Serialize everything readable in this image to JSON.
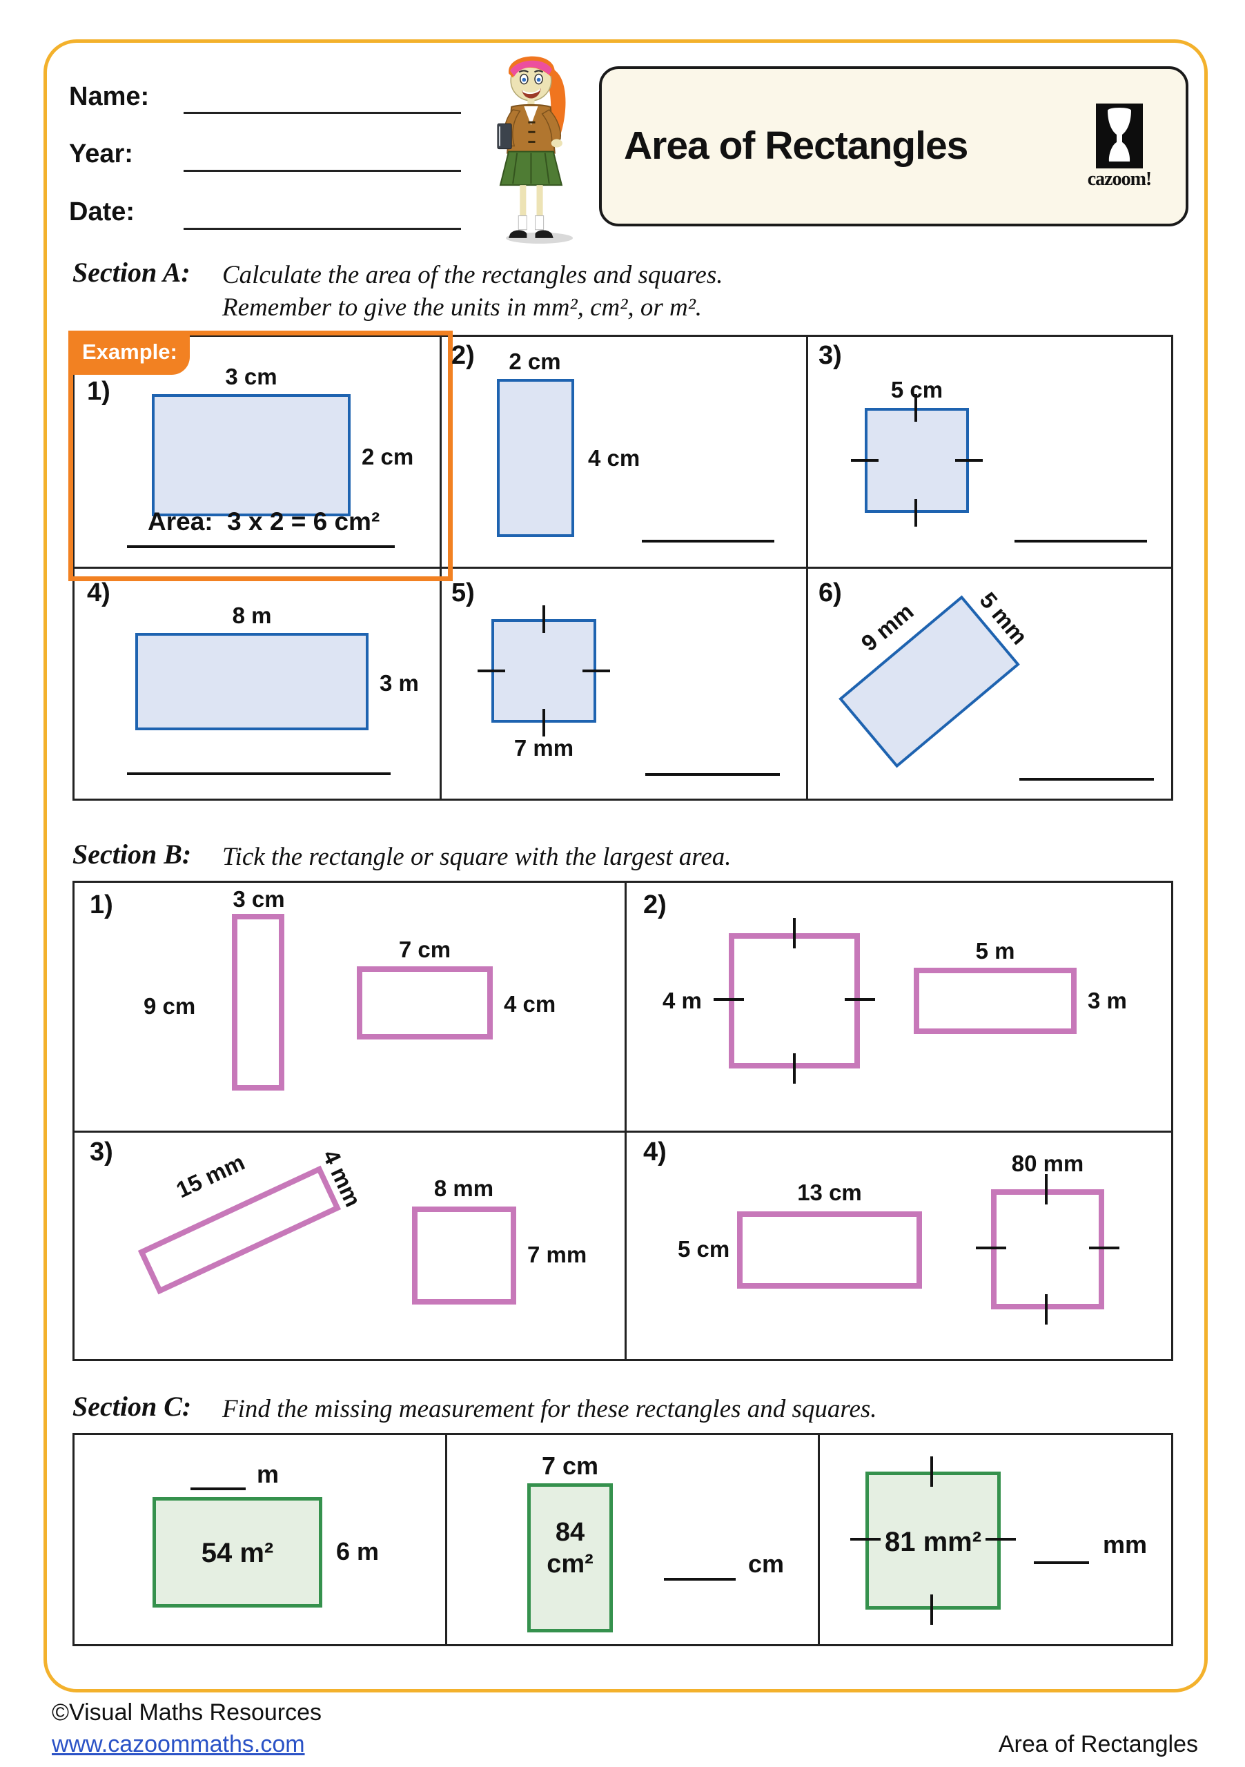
{
  "colors": {
    "page_border_yellow": "#f3b12c",
    "example_orange": "#f28122",
    "shape_blue_stroke": "#1e63b0",
    "shape_blue_fill": "#dde4f3",
    "shape_pink_stroke": "#c778b9",
    "shape_green_stroke": "#35914d",
    "shape_green_fill": "#e5efe2",
    "link_blue": "#2a52c6"
  },
  "header": {
    "name_label": "Name:",
    "year_label": "Year:",
    "date_label": "Date:",
    "title": "Area of Rectangles",
    "logo_text": "cazoom!"
  },
  "section_a": {
    "heading": "Section A:",
    "instruction1": "Calculate the area of the rectangles and squares.",
    "instruction2": "Remember to give the units in mm², cm², or m².",
    "example_label": "Example:",
    "p1": {
      "num": "1)",
      "top": "3 cm",
      "right": "2 cm",
      "area": "Area:  3 x 2 = 6 cm²"
    },
    "p2": {
      "num": "2)",
      "top": "2 cm",
      "right": "4 cm"
    },
    "p3": {
      "num": "3)",
      "top": "5 cm"
    },
    "p4": {
      "num": "4)",
      "top": "8 m",
      "right": "3 m"
    },
    "p5": {
      "num": "5)",
      "bottom": "7 mm"
    },
    "p6": {
      "num": "6)",
      "long_side": "9 mm",
      "short_side": "5 mm"
    }
  },
  "section_b": {
    "heading": "Section B:",
    "instruction": "Tick the rectangle or square with the largest area.",
    "p1": {
      "num": "1)",
      "r1_top": "3 cm",
      "r1_left": "9 cm",
      "r2_top": "7 cm",
      "r2_right": "4 cm"
    },
    "p2": {
      "num": "2)",
      "sq_left": "4 m",
      "r_top": "5 m",
      "r_right": "3 m"
    },
    "p3": {
      "num": "3)",
      "r1_long": "15 mm",
      "r1_short": "4 mm",
      "r2_top": "8 mm",
      "r2_right": "7 mm"
    },
    "p4": {
      "num": "4)",
      "r_top": "13 cm",
      "r_left": "5 cm",
      "sq_top": "80 mm"
    }
  },
  "section_c": {
    "heading": "Section C:",
    "instruction": "Find the missing measurement for these rectangles and squares.",
    "p1": {
      "unit": "m",
      "area": "54 m²",
      "right": "6 m"
    },
    "p2": {
      "top": "7 cm",
      "area_value": "84",
      "area_unit": "cm²",
      "unit": "cm"
    },
    "p3": {
      "area": "81 mm²",
      "unit": "mm"
    }
  },
  "footer": {
    "copyright": "©Visual Maths Resources",
    "url": "www.cazoommaths.com",
    "doc_title": "Area of Rectangles"
  }
}
